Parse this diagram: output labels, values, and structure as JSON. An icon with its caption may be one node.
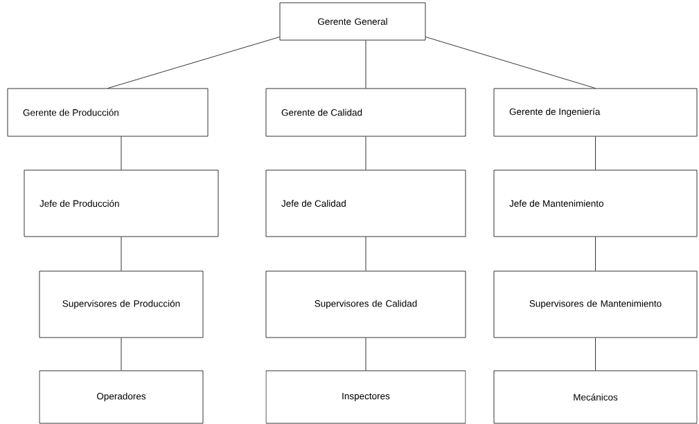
{
  "diagram": {
    "nodes": [
      {
        "text": [
          "Gerente General"
        ]
      },
      {
        "text": [
          "Gerente de Producción"
        ]
      },
      {
        "text": [
          "Gerente de Calidad"
        ]
      },
      {
        "text": [
          "Gerente de Ingeniería"
        ]
      },
      {
        "text": [
          "Jefe de Producción"
        ]
      },
      {
        "text": [
          "Jefe de Calidad"
        ]
      },
      {
        "text": [
          "Jefe de Mantenimiento"
        ]
      },
      {
        "text": [
          "Supervisores de Producción"
        ]
      },
      {
        "text": [
          "Supervisores de Calidad"
        ]
      },
      {
        "text": [
          "Supervisores de Mantenimiento"
        ]
      },
      {
        "text": [
          "Operadores"
        ]
      },
      {
        "text": [
          "Inspectores"
        ]
      },
      {
        "text": [
          "Mecánicos"
        ]
      }
    ],
    "edges": [
      {
        "from": 0,
        "to": 1,
        "arrow": "none"
      },
      {
        "from": 0,
        "to": 2,
        "arrow": "none"
      },
      {
        "from": 0,
        "to": 3,
        "arrow": "none"
      },
      {
        "from": 1,
        "to": 4,
        "arrow": "none"
      },
      {
        "from": 2,
        "to": 5,
        "arrow": "none"
      },
      {
        "from": 3,
        "to": 6,
        "arrow": "none"
      },
      {
        "from": 4,
        "to": 7,
        "arrow": "none"
      },
      {
        "from": 5,
        "to": 8,
        "arrow": "none"
      },
      {
        "from": 6,
        "to": 9,
        "arrow": "none"
      },
      {
        "from": 7,
        "to": 10,
        "arrow": "none"
      },
      {
        "from": 8,
        "to": 11,
        "arrow": "none"
      },
      {
        "from": 9,
        "to": 12,
        "arrow": "none"
      }
    ]
  }
}
